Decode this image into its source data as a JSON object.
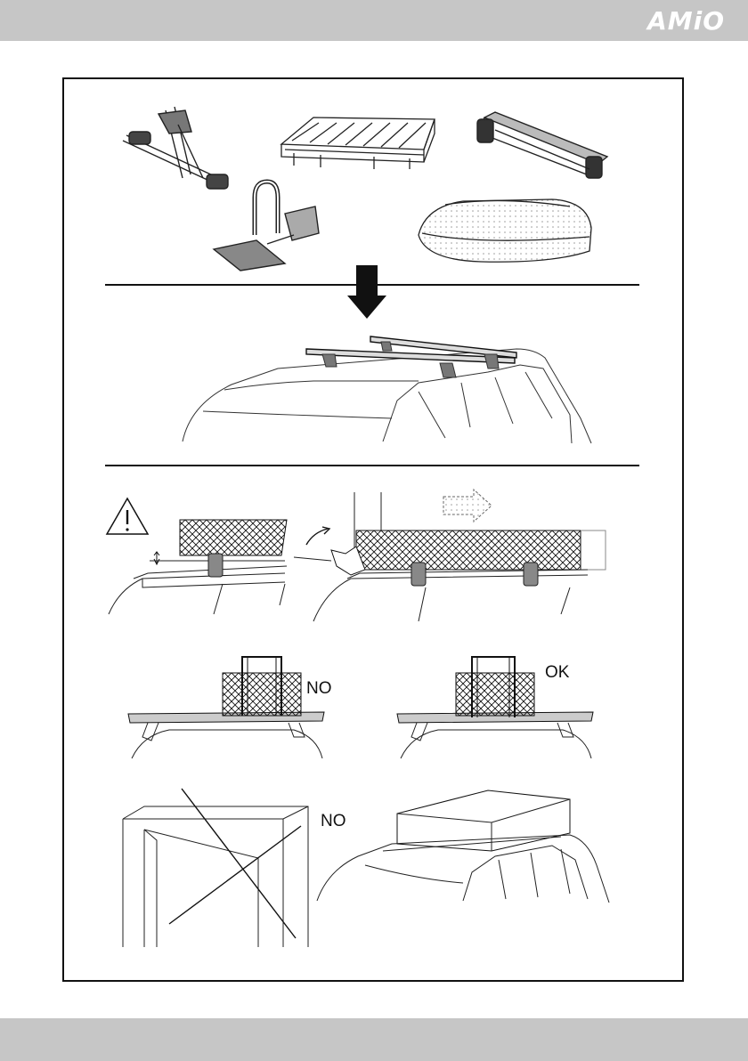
{
  "header": {
    "brand": "AMiO"
  },
  "labels": {
    "strap_wrong": "NO",
    "strap_right": "OK",
    "garage_wrong": "NO"
  }
}
